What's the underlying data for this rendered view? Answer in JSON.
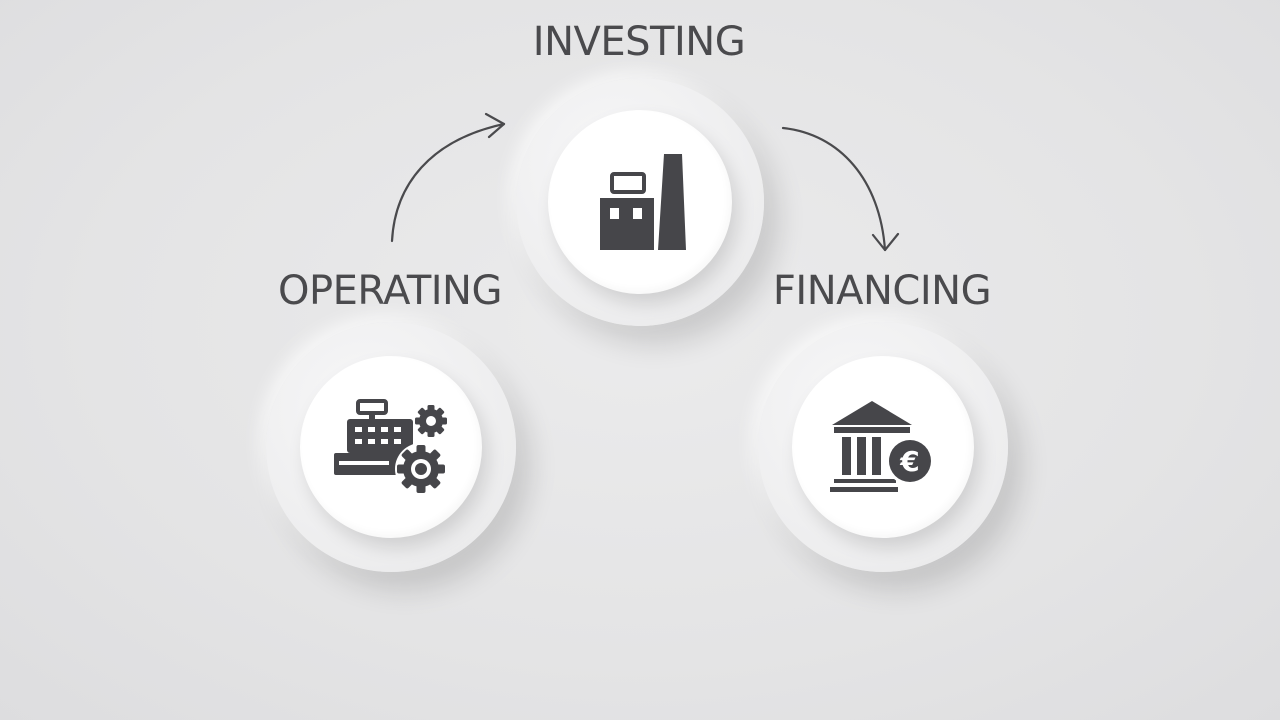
{
  "diagram": {
    "stages": [
      {
        "id": "investing",
        "label": "INVESTING",
        "icon": "factory-icon"
      },
      {
        "id": "operating",
        "label": "OPERATING",
        "icon": "cash-register-gears-icon"
      },
      {
        "id": "financing",
        "label": "FINANCING",
        "icon": "bank-euro-icon"
      }
    ],
    "colors": {
      "text": "#4a4a4d",
      "icon": "#46464a",
      "arrow": "#4a4a4d",
      "background": "#e6e6e7",
      "node": "#ffffff"
    }
  }
}
